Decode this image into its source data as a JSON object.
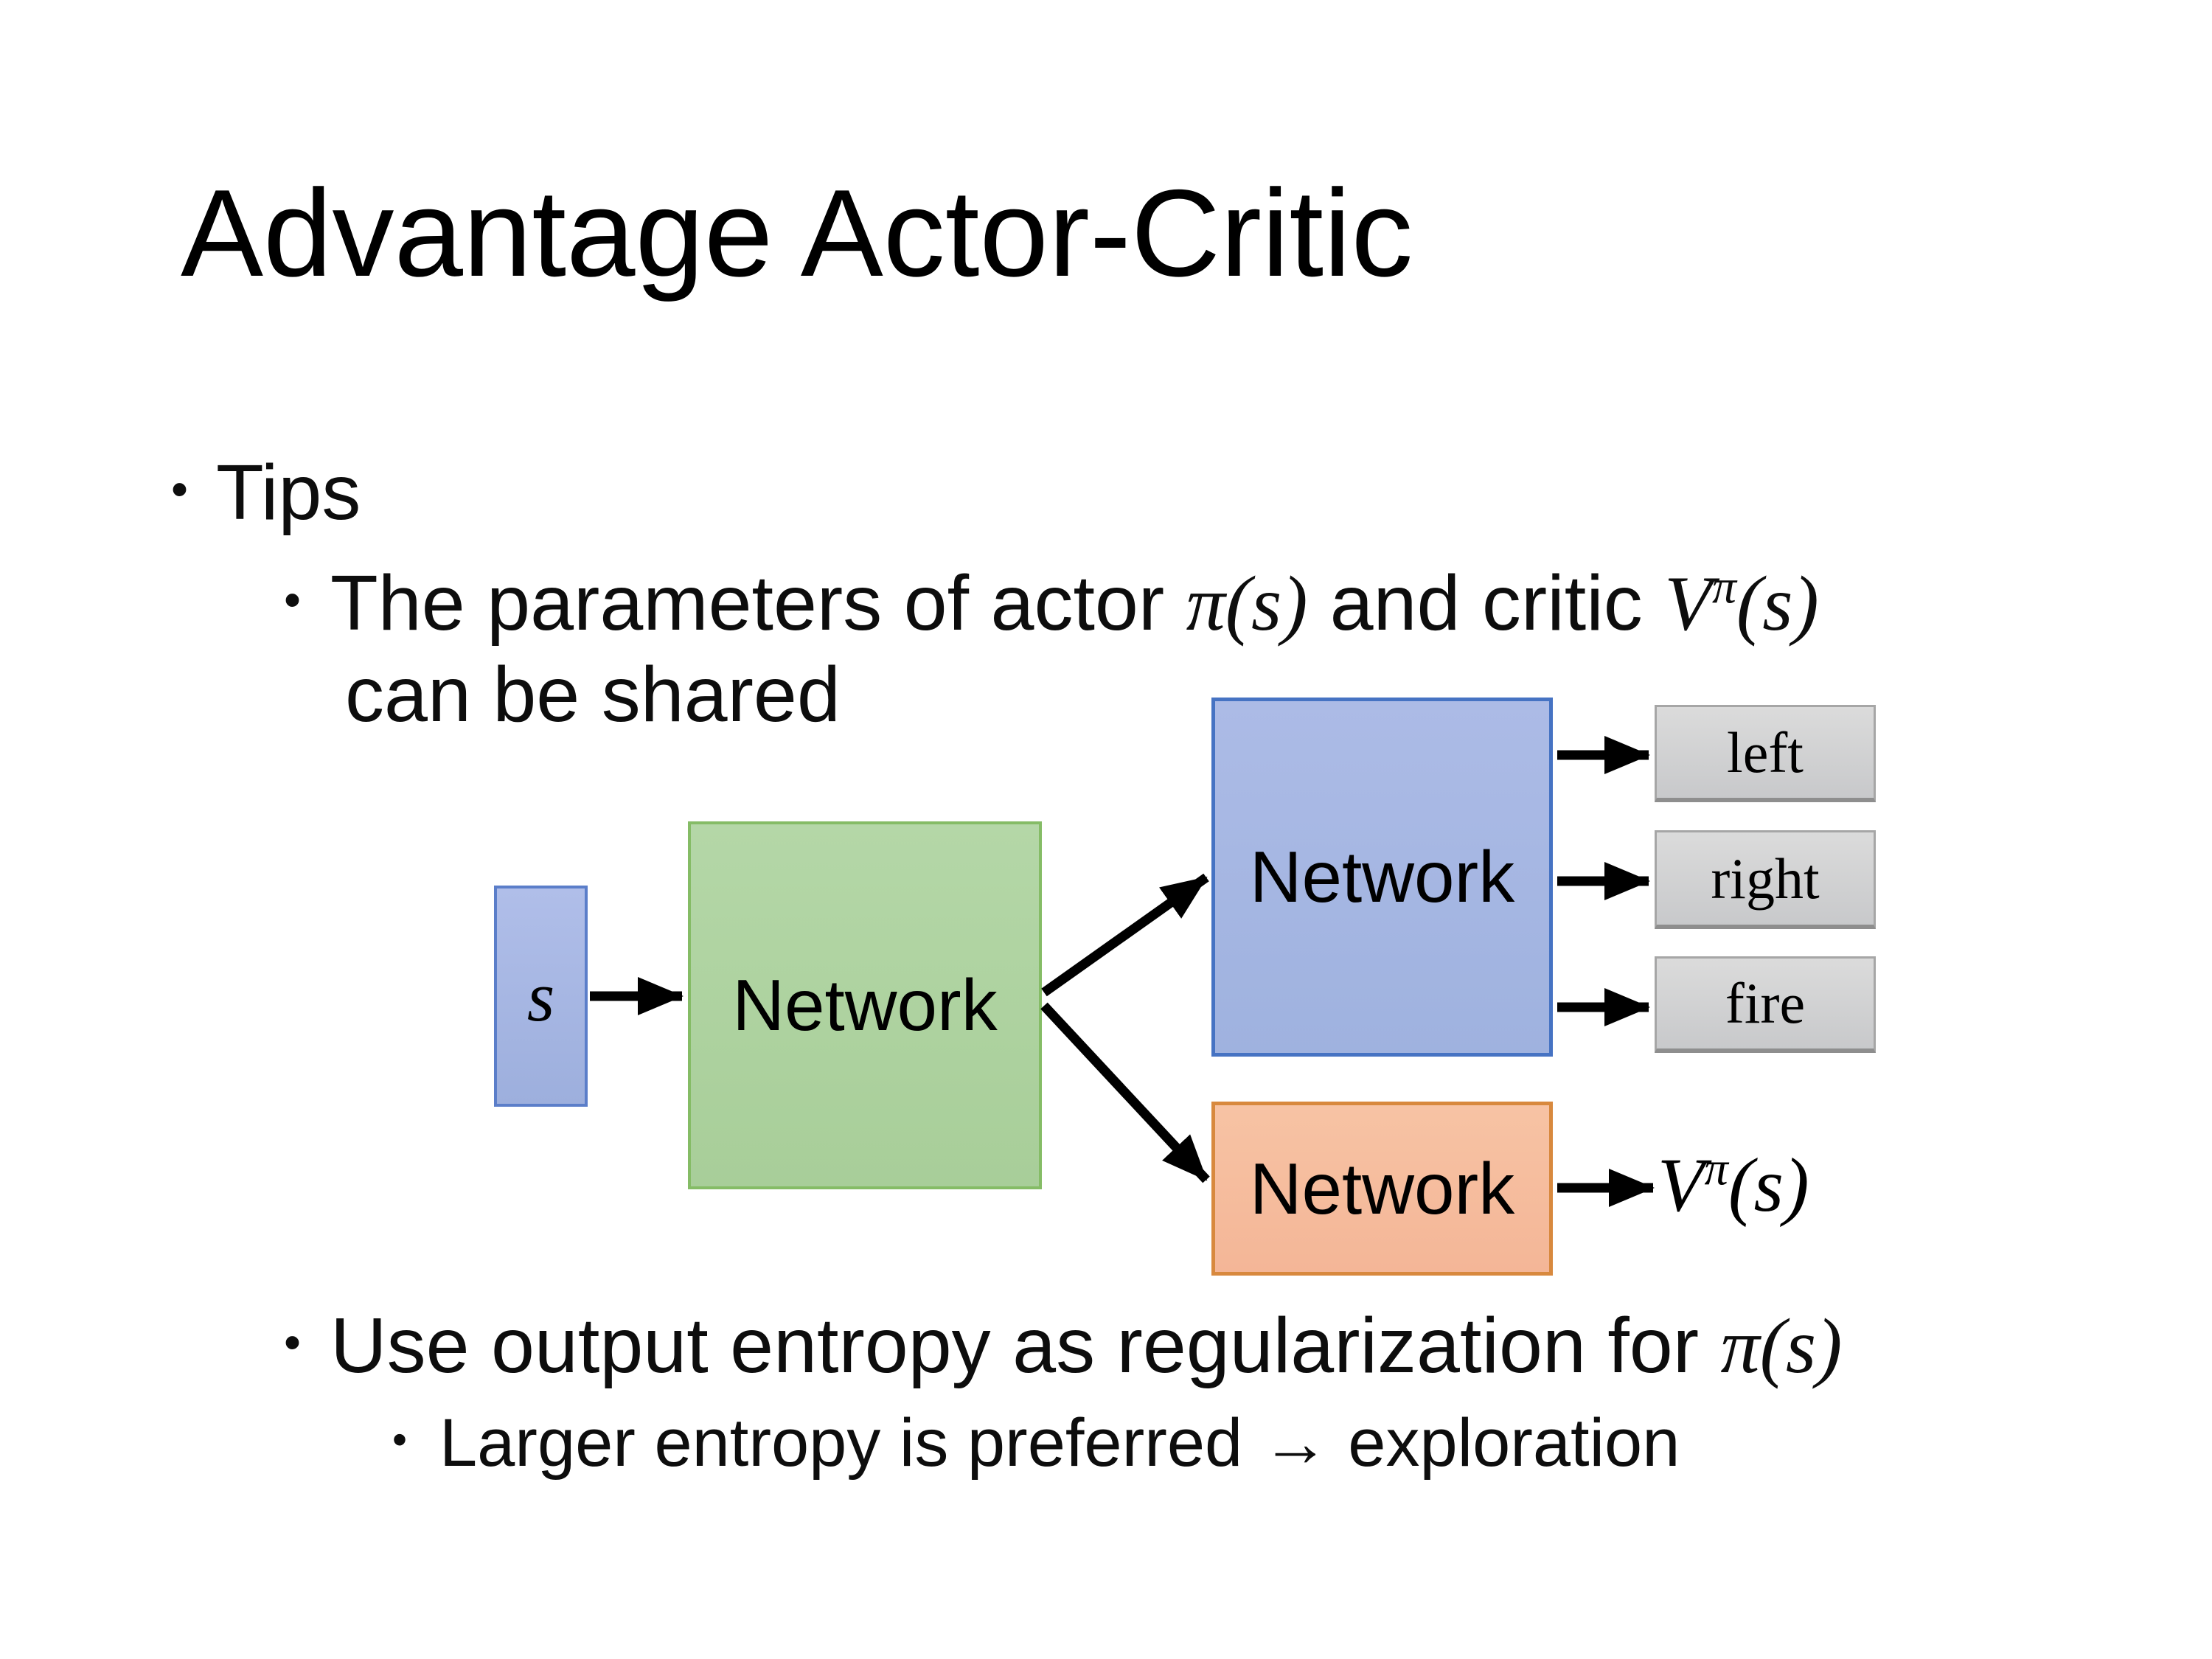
{
  "title": "Advantage Actor-Critic",
  "bullet_char": "•",
  "bullets": {
    "tips": "Tips",
    "shared_pre": "The parameters of actor ",
    "shared_math_actor": "π(s)",
    "shared_mid": "and critic ",
    "critic_base": "V",
    "critic_sup": "π",
    "critic_args": "(s)",
    "shared_line2": "can be shared",
    "entropy_pre": "Use output entropy as regularization for ",
    "entropy_math": "π(s)",
    "exploration": "Larger entropy is preferred → exploration"
  },
  "diagram": {
    "state_label": "s",
    "shared_network_label": "Network",
    "actor_network_label": "Network",
    "critic_network_label": "Network",
    "action_outputs": [
      "left",
      "right",
      "fire"
    ],
    "value_base": "V",
    "value_sup": "π",
    "value_args": "(s)",
    "colors": {
      "state_fill": "#A1B4E1",
      "state_border": "#5B7EC9",
      "shared_fill": "#ABD09E",
      "shared_border": "#85BC66",
      "actor_fill": "#A5B7E3",
      "actor_border": "#4673C3",
      "critic_fill": "#F6BC9B",
      "critic_border": "#D8893E",
      "action_fill": "#D2D3D5",
      "action_border": "#A6A6A6",
      "arrow": "#000000",
      "background": "#FFFFFF"
    }
  }
}
